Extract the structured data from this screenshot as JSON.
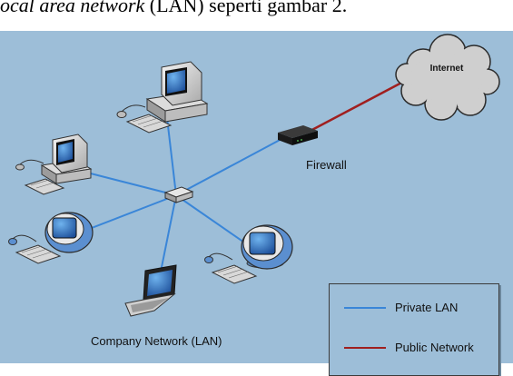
{
  "caption": {
    "italic_part": "ocal area network",
    "regular_part": " (LAN) seperti gambar 2."
  },
  "diagram": {
    "cloud_label": "Internet",
    "firewall_label": "Firewall",
    "network_label": "Company Network (LAN)"
  },
  "legend": {
    "private_label": "Private LAN",
    "private_color": "#3a86d8",
    "public_label": "Public Network",
    "public_color": "#a01f1f"
  },
  "colors": {
    "panel_background": "#9dbed8"
  }
}
